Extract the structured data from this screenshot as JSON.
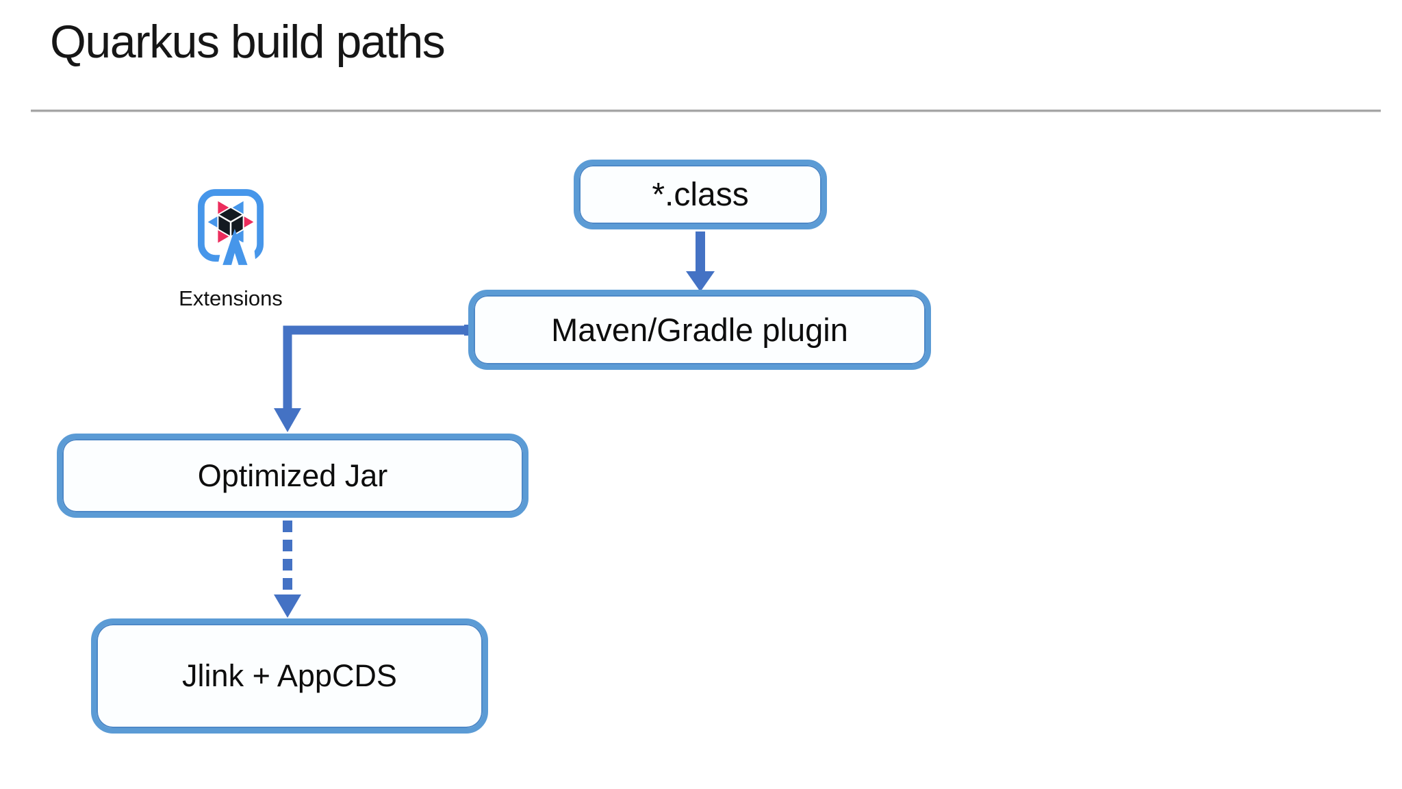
{
  "slide": {
    "title": "Quarkus build paths"
  },
  "diagram": {
    "extensions": {
      "label": "Extensions",
      "icon": "quarkus-logo"
    },
    "nodes": [
      {
        "id": "class-files",
        "label": "*.class"
      },
      {
        "id": "maven-gradle-plugin",
        "label": "Maven/Gradle plugin"
      },
      {
        "id": "optimized-jar",
        "label": "Optimized Jar"
      },
      {
        "id": "jlink-appcds",
        "label": "Jlink + AppCDS"
      }
    ],
    "connectors": [
      {
        "from": "class-files",
        "to": "maven-gradle-plugin",
        "style": "solid-straight-arrow"
      },
      {
        "from": "maven-gradle-plugin",
        "to": "optimized-jar",
        "style": "solid-elbow-arrow"
      },
      {
        "from": "optimized-jar",
        "to": "jlink-appcds",
        "style": "dashed-straight-arrow"
      }
    ],
    "colors": {
      "node_border": "#5b9bd5",
      "node_fill": "#fcfeff",
      "arrow": "#4472c4",
      "divider": "#a6a6a6",
      "title_text": "#161616",
      "node_text": "#0d0d0d",
      "quarkus_blue": "#4696ea",
      "quarkus_red": "#ec2d5d",
      "quarkus_dark": "#131a21"
    }
  }
}
